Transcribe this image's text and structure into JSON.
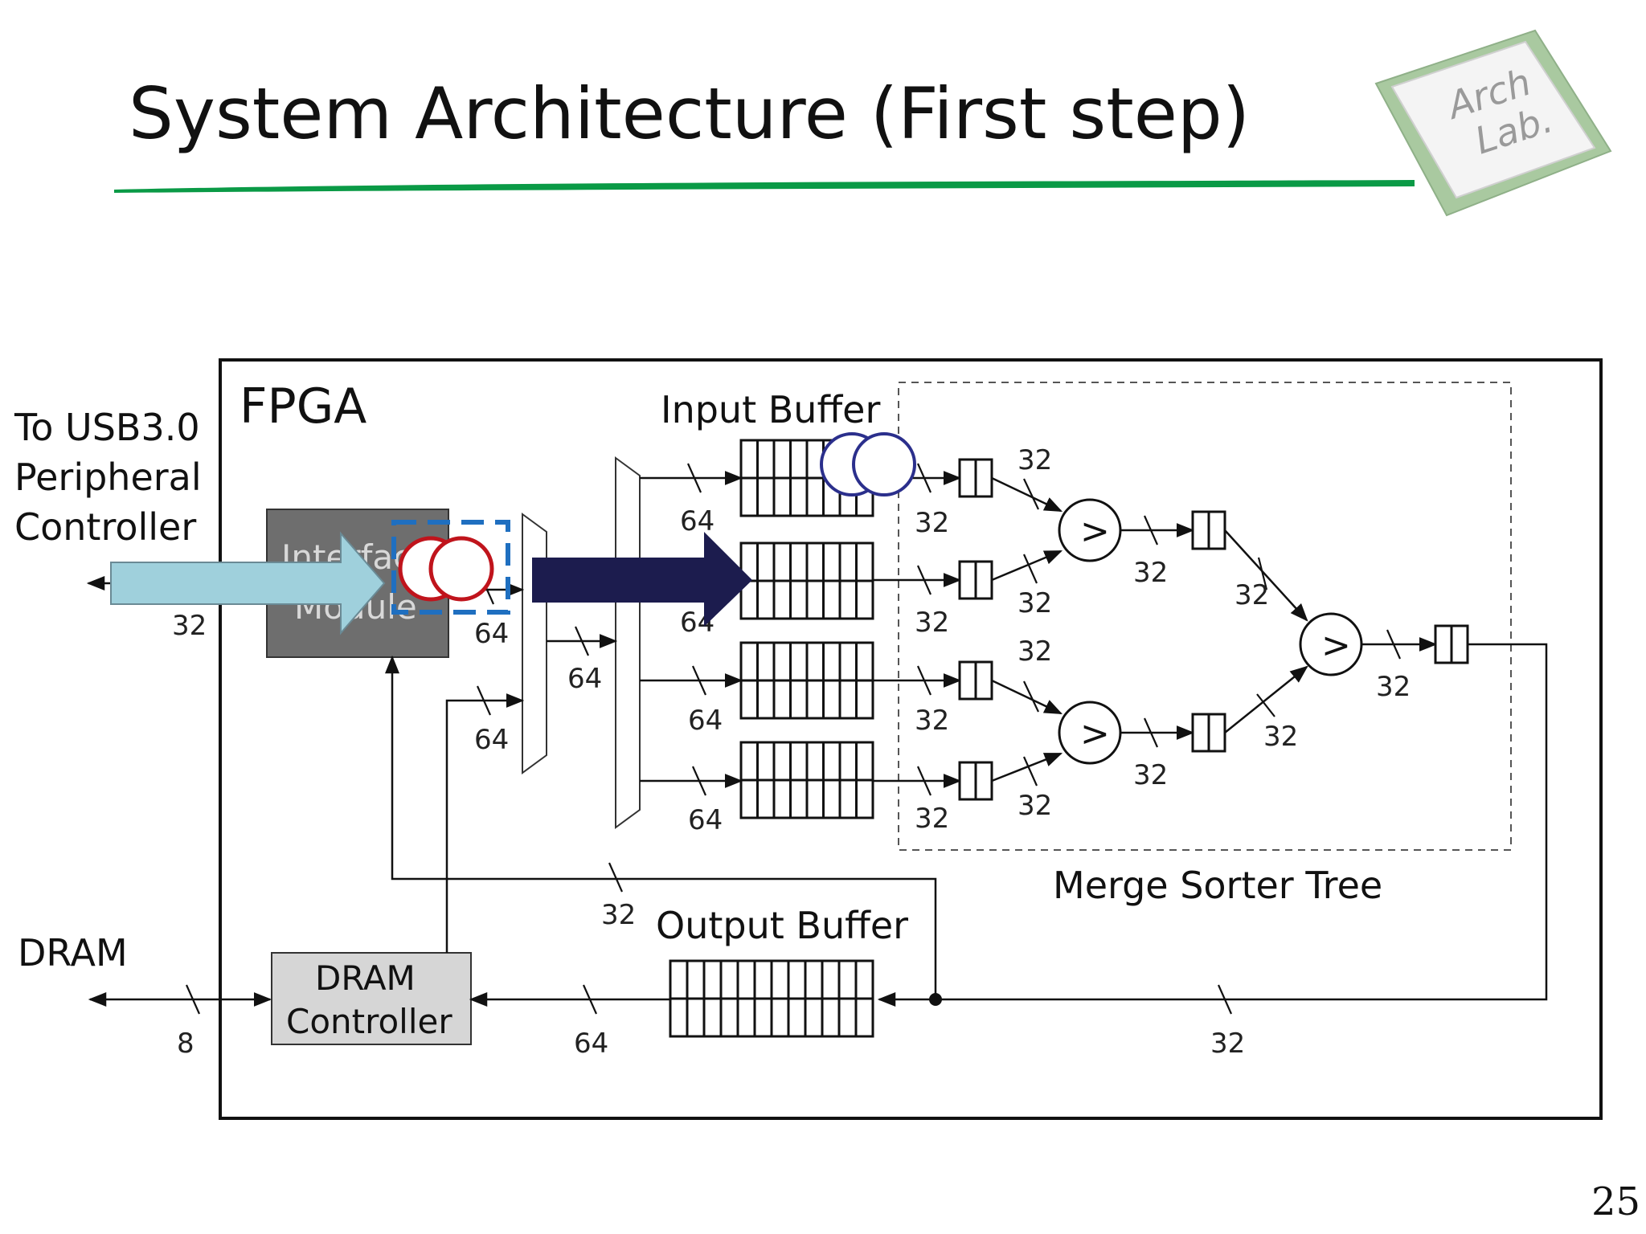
{
  "slide": {
    "title": "System Architecture (First step)",
    "page_number": "25",
    "logo_text_1": "Arch",
    "logo_text_2": "Lab.",
    "accent_color": "#0a9a46"
  },
  "diagram": {
    "fpga_label": "FPGA",
    "usb_label_lines": [
      "To USB3.0",
      "Peripheral",
      "Controller"
    ],
    "dram_label": "DRAM",
    "interface_module_lines": [
      "Interface",
      "Module"
    ],
    "dram_controller_lines": [
      "DRAM",
      "Controller"
    ],
    "input_buffer_label": "Input Buffer",
    "output_buffer_label": "Output Buffer",
    "merge_sorter_label": "Merge Sorter Tree",
    "comparator_symbol": ">",
    "widths": {
      "usb": "32",
      "if_out": "64",
      "dram_in": "64",
      "mux_out": "64",
      "buf1": "64",
      "buf2": "64",
      "buf3": "64",
      "buf4": "64",
      "ms1": "32",
      "ms2": "32",
      "ms3": "32",
      "ms4": "32",
      "l1a": "32",
      "l1b": "32",
      "l1c": "32",
      "l1d": "32",
      "c1": "32",
      "c2": "32",
      "l2a": "32",
      "l2b": "32",
      "final": "32",
      "fb": "32",
      "ret": "32",
      "ob": "64",
      "dram_bus": "8"
    },
    "colors": {
      "light_arrow": "#9fd0dc",
      "dark_arrow": "#1c1c4e",
      "red_circle": "#c0141c",
      "blue_circle": "#2b2f8c",
      "dashed_box": "#1f6fc0",
      "interface_fill": "#6e6e6e",
      "dram_ctrl_fill": "#d6d6d6"
    }
  }
}
